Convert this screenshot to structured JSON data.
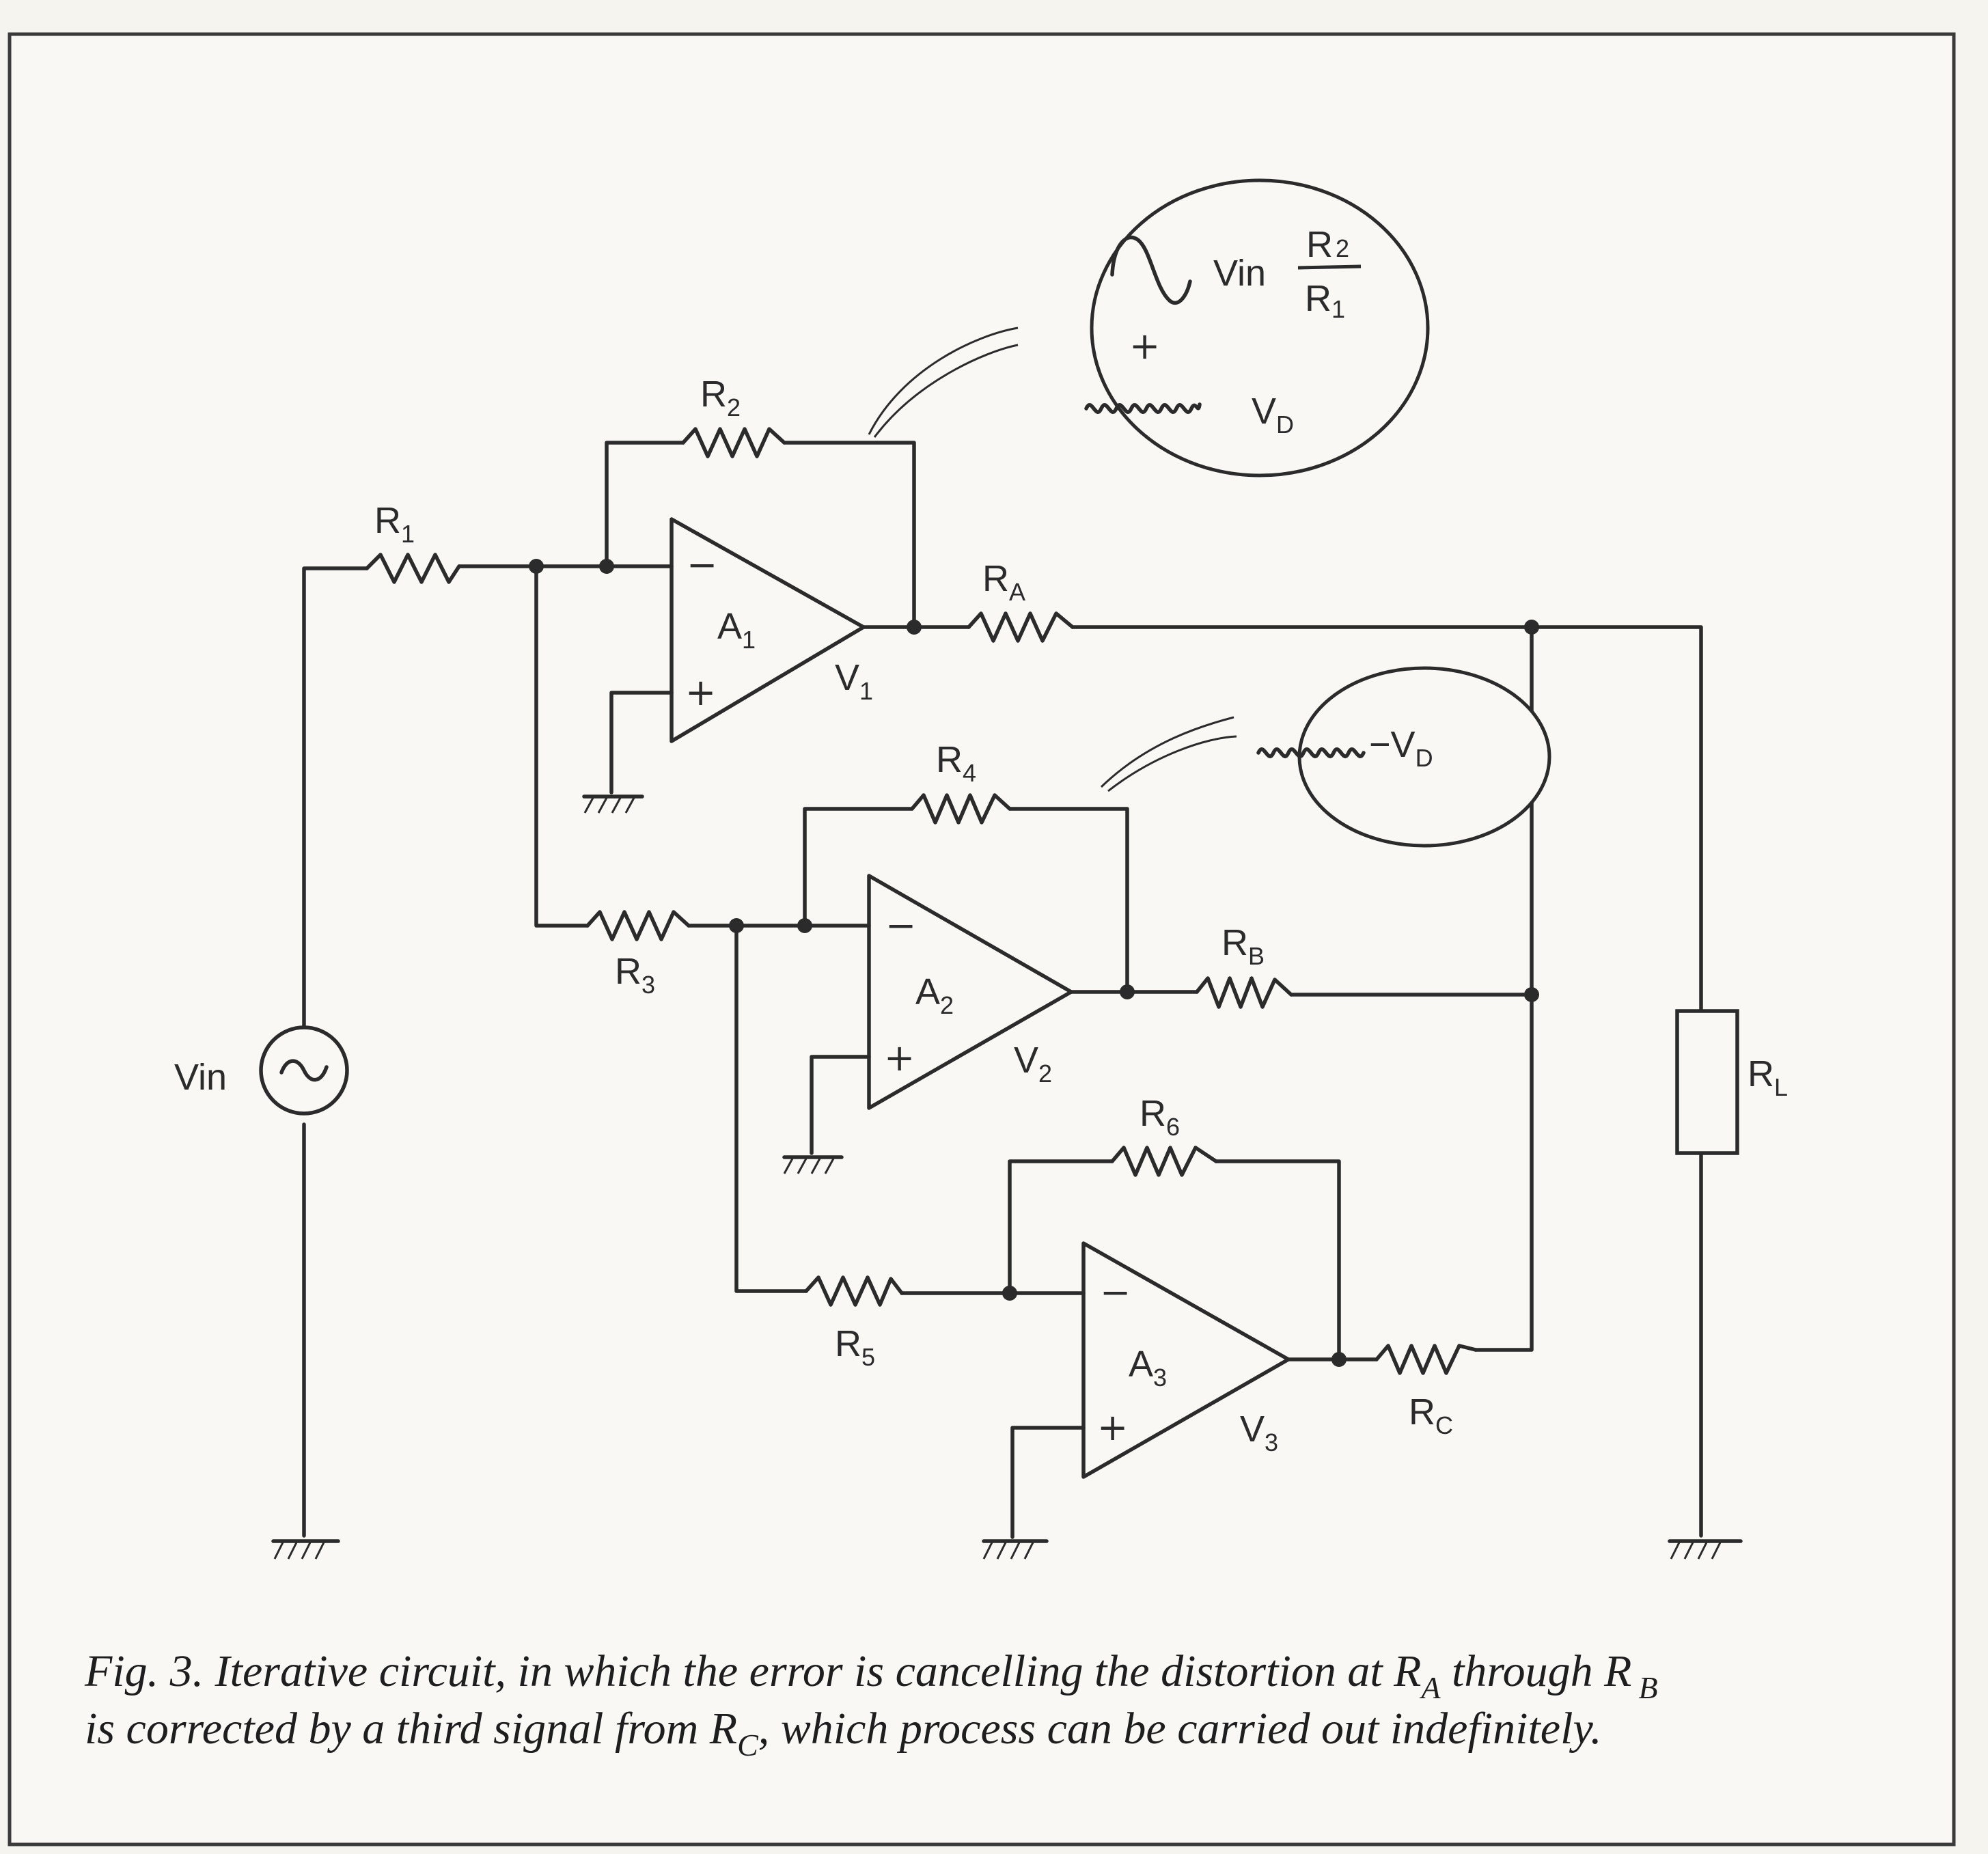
{
  "labels": {
    "R1": {
      "main": "R",
      "sub": "1"
    },
    "R2": {
      "main": "R",
      "sub": "2"
    },
    "R3": {
      "main": "R",
      "sub": "3"
    },
    "R4": {
      "main": "R",
      "sub": "4"
    },
    "R5": {
      "main": "R",
      "sub": "5"
    },
    "R6": {
      "main": "R",
      "sub": "6"
    },
    "RA": {
      "main": "R",
      "sub": "A"
    },
    "RB": {
      "main": "R",
      "sub": "B"
    },
    "RC": {
      "main": "R",
      "sub": "C"
    },
    "RL": {
      "main": "R",
      "sub": "L"
    },
    "A1": {
      "main": "A",
      "sub": "1"
    },
    "A2": {
      "main": "A",
      "sub": "2"
    },
    "A3": {
      "main": "A",
      "sub": "3"
    },
    "V1": {
      "main": "V",
      "sub": "1"
    },
    "V2": {
      "main": "V",
      "sub": "2"
    },
    "V3": {
      "main": "V",
      "sub": "3"
    },
    "Vin": "Vin",
    "minus": "−",
    "plus": "+"
  },
  "bubble1": {
    "vin": "Vin",
    "frac_num": {
      "main": "R",
      "sub": "2"
    },
    "frac_den": {
      "main": "R",
      "sub": "1"
    },
    "plus": "+",
    "vd": {
      "main": "V",
      "sub": "D"
    }
  },
  "bubble2": {
    "vd": {
      "main": "−V",
      "sub": "D"
    }
  },
  "caption": {
    "line1_a": "Fig.  3. Iterative  circuit,  in which the error is cancelling the distortion  at R",
    "line1_sub_a": "A",
    "line1_b": " through R",
    "line1_sub_b": "B",
    "line2_a": "is corrected by a third signal from  R",
    "line2_sub": "C",
    "line2_b": ",  which  process can  be carried out  indefinitely."
  }
}
